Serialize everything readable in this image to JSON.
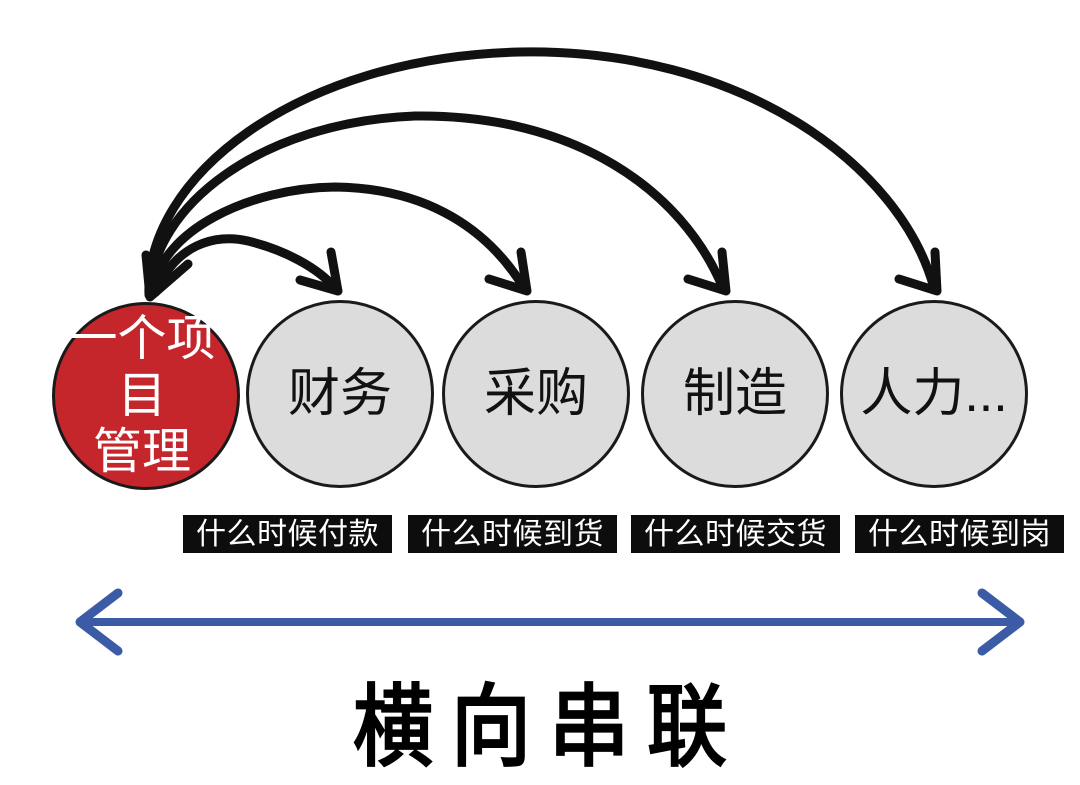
{
  "diagram": {
    "caption": "横向串联",
    "hub": {
      "label": "一个项目\n管理",
      "color": "#C4262C",
      "text_color": "#FFFFFF"
    },
    "departments": [
      {
        "label": "财务",
        "color": "#DCDCDC"
      },
      {
        "label": "采购",
        "color": "#DCDCDC"
      },
      {
        "label": "制造",
        "color": "#DCDCDC"
      },
      {
        "label": "人力...",
        "color": "#DCDCDC"
      }
    ],
    "question_tags": [
      {
        "text": "什么时候付款"
      },
      {
        "text": "什么时候到货"
      },
      {
        "text": "什么时候交货"
      },
      {
        "text": "什么时候到岗"
      }
    ],
    "axis": {
      "color": "#3C5BA6",
      "left_arrow": "arrow-left-icon",
      "right_arrow": "arrow-right-icon"
    },
    "arcs": [
      {
        "from": "一个项目管理",
        "to": "财务"
      },
      {
        "from": "一个项目管理",
        "to": "采购"
      },
      {
        "from": "一个项目管理",
        "to": "制造"
      },
      {
        "from": "一个项目管理",
        "to": "人力..."
      }
    ],
    "arc_color": "#111111"
  }
}
